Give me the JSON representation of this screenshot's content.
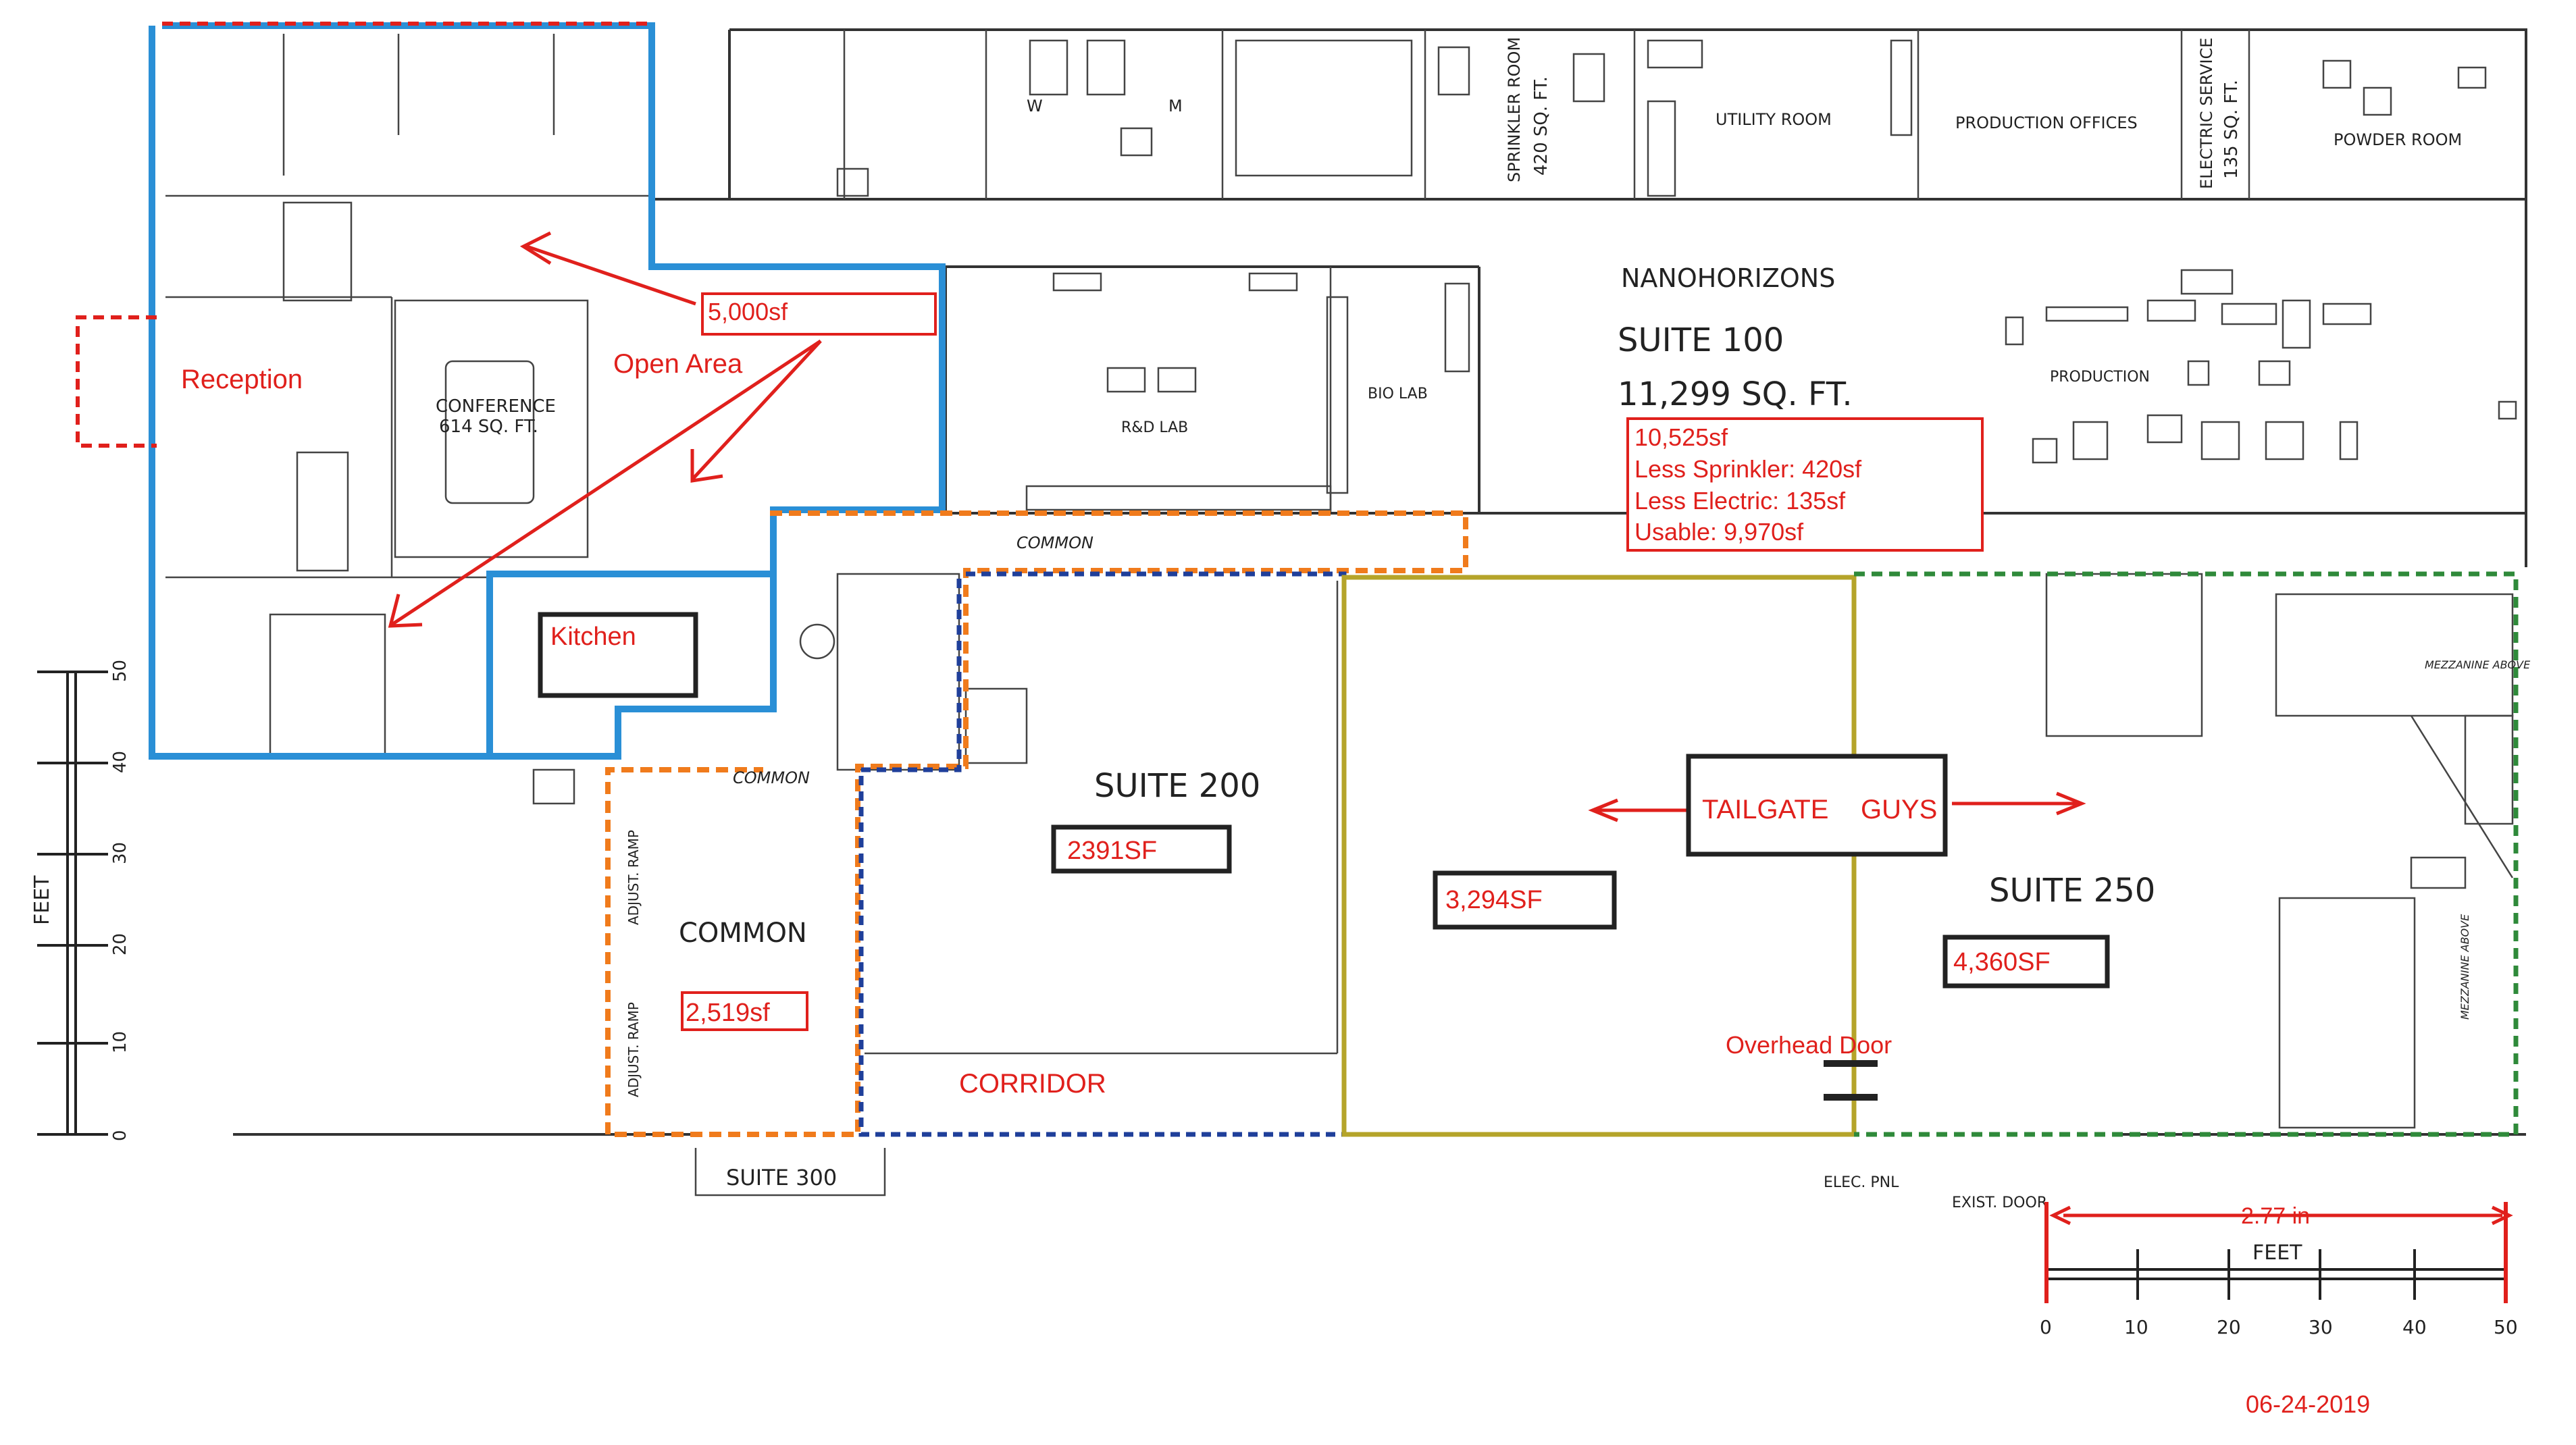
{
  "plan": {
    "title": "NANOHORIZONS",
    "date": "06-24-2019",
    "suite100": {
      "label": "SUITE 100",
      "sqft": "11,299 SQ. FT.",
      "calc": [
        "10,525sf",
        "Less Sprinkler: 420sf",
        "Less Electric: 135sf",
        "Usable: 9,970sf"
      ]
    },
    "suite200": {
      "label": "SUITE 200",
      "area": "2391SF"
    },
    "tailgate": {
      "label_a": "TAILGATE",
      "label_b": "GUYS",
      "area": "3,294SF"
    },
    "suite250": {
      "label": "SUITE 250",
      "area": "4,360SF"
    },
    "suite300": {
      "label": "SUITE 300"
    },
    "common_area": {
      "label": "COMMON",
      "area": "2,519sf"
    },
    "corridor": "CORRIDOR",
    "overhead_door": "Overhead Door",
    "reception": "Reception",
    "open_area": "Open Area",
    "kitchen": "Kitchen",
    "office_area": "5,000sf",
    "conference": [
      "CONFERENCE",
      "614 SQ. FT."
    ],
    "rooms": {
      "sprinkler_room": [
        "SPRINKLER ROOM",
        "420 SQ. FT."
      ],
      "utility_room": "UTILITY ROOM",
      "production_offices": "PRODUCTION OFFICES",
      "electric_service": [
        "ELECTRIC SERVICE",
        "135 SQ. FT."
      ],
      "powder_room": "POWDER ROOM",
      "production": "PRODUCTION",
      "rd_lab": "R&D LAB",
      "bio_lab": "BIO LAB",
      "common_upper": "COMMON",
      "common_lower": "COMMON",
      "women": "W",
      "men": "M",
      "elec_pnl": "ELEC. PNL",
      "exist_door": "EXIST. DOOR",
      "mezzanine_above_1": "MEZZANINE ABOVE",
      "mezzanine_above_2": "MEZZANINE ABOVE",
      "adjust_ramp_1": "ADJUST. RAMP",
      "adjust_ramp_2": "ADJUST. RAMP"
    },
    "left_scale": {
      "label": "FEET",
      "ticks": [
        "50",
        "40",
        "30",
        "20",
        "10",
        "0"
      ]
    },
    "bottom_scale": {
      "label": "FEET",
      "ruler": "2.77 in",
      "ticks": [
        "0",
        "10",
        "20",
        "30",
        "40",
        "50"
      ]
    },
    "colors": {
      "office_outline": "#2a8fd6",
      "annotation": "#e0201c",
      "suite100_outline": "#e0201c",
      "suite200_outline": "#1f3f9a",
      "common_outline": "#f07b1c",
      "tailgate_outline": "#b5a42a",
      "suite250_outline": "#2f8a3a"
    }
  }
}
